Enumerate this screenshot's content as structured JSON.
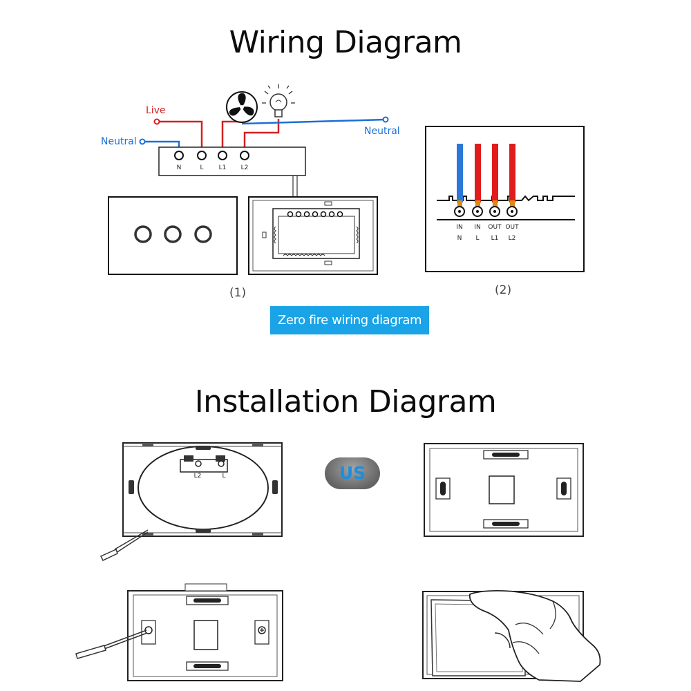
{
  "titles": {
    "wiring": "Wiring Diagram",
    "installation": "Installation Diagram"
  },
  "wiring": {
    "live_label": "Live",
    "neutral_left_label": "Neutral",
    "neutral_right_label": "Neutral",
    "terminals": [
      "N",
      "L",
      "L1",
      "L2"
    ],
    "caption_1": "(1)",
    "caption_2": "(2)",
    "banner": "Zero fire wiring diagram",
    "detail_terminals_top": [
      "IN",
      "IN",
      "OUT",
      "OUT"
    ],
    "detail_terminals_bottom": [
      "N",
      "L",
      "L1",
      "L2"
    ]
  },
  "installation": {
    "badge": "US",
    "back_labels": [
      "L2",
      "L"
    ]
  },
  "colors": {
    "live": "#d32020",
    "neutral": "#1a6fd6",
    "banner": "#1aa3e6",
    "badge_text": "#1b8fe0"
  }
}
